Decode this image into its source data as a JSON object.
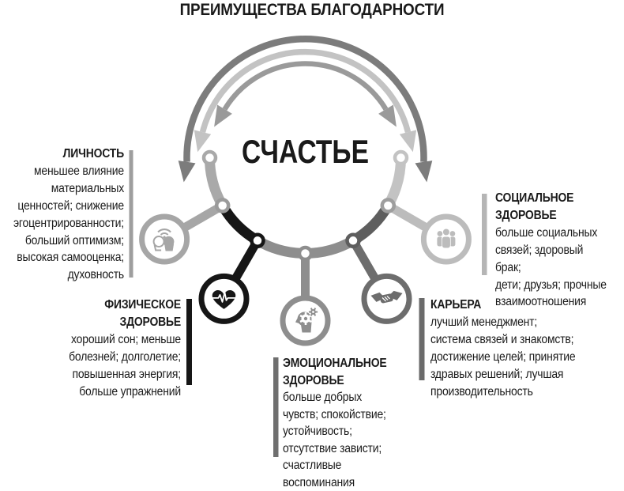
{
  "title": "ПРЕИМУЩЕСТВА БЛАГОДАРНОСТИ",
  "center": {
    "label": "СЧАСТЬЕ"
  },
  "diagram": {
    "text_color": "#1a1a1a",
    "ring_segment_colors": [
      "#a9a9a9",
      "#161616",
      "#8e8e8e",
      "#8e8e8e",
      "#5e5e5e",
      "#c3c3c3"
    ],
    "node_colors": [
      "#a9a9a9",
      "#9b9b9b",
      "#161616",
      "#8e8e8e",
      "#5e5e5e",
      "#9e9e9e",
      "#c3c3c3"
    ],
    "arc_colors": {
      "outer": "#7c7c7c",
      "middle": "#c3c3c3",
      "inner": "#9a9a9a"
    }
  },
  "sections": {
    "personality": {
      "title_lines": [
        "ЛИЧНОСТЬ"
      ],
      "lines": [
        "меньшее влияние",
        "материальных",
        "ценностей; снижение",
        "эгоцентрированности;",
        "больший оптимизм;",
        "высокая самооценка;",
        "духовность"
      ],
      "color": "#a6a6a6",
      "bar_color": "#9e9e9e",
      "icon": "mind-icon"
    },
    "physical": {
      "title_lines": [
        "ФИЗИЧЕСКОЕ ЗДОРОВЬЕ"
      ],
      "lines": [
        "хороший сон; меньше",
        "болезней; долголетие;",
        "повышенная энергия;",
        "больше упражнений"
      ],
      "color": "#161616",
      "bar_color": "#161616",
      "icon": "heartbeat-icon"
    },
    "emotional": {
      "title_lines": [
        "ЭМОЦИОНАЛЬНОЕ",
        "ЗДОРОВЬЕ"
      ],
      "lines": [
        "больше добрых",
        "чувств; спокойствие;",
        "устойчивость;",
        "отсутствие зависти;",
        "счастливые",
        "воспоминания"
      ],
      "color": "#8e8e8e",
      "bar_color": "#6f6f6f",
      "icon": "mind-gears-icon"
    },
    "career": {
      "title_lines": [
        "КАРЬЕРА"
      ],
      "lines": [
        "лучший менеджмент;",
        "система связей и знакомств;",
        "достижение целей; принятие",
        "здравых решений; лучшая",
        "производительность"
      ],
      "color": "#6d6d6d",
      "bar_color": "#6b6b6b",
      "icon": "handshake-icon"
    },
    "social": {
      "title_lines": [
        "СОЦИАЛЬНОЕ",
        "ЗДОРОВЬЕ"
      ],
      "lines": [
        "больше социальных",
        "связей; здоровый брак;",
        "дети; друзья; прочные",
        "взаимоотношения"
      ],
      "color": "#bcbcbc",
      "bar_color": "#b5b5b5",
      "icon": "people-icon"
    }
  }
}
